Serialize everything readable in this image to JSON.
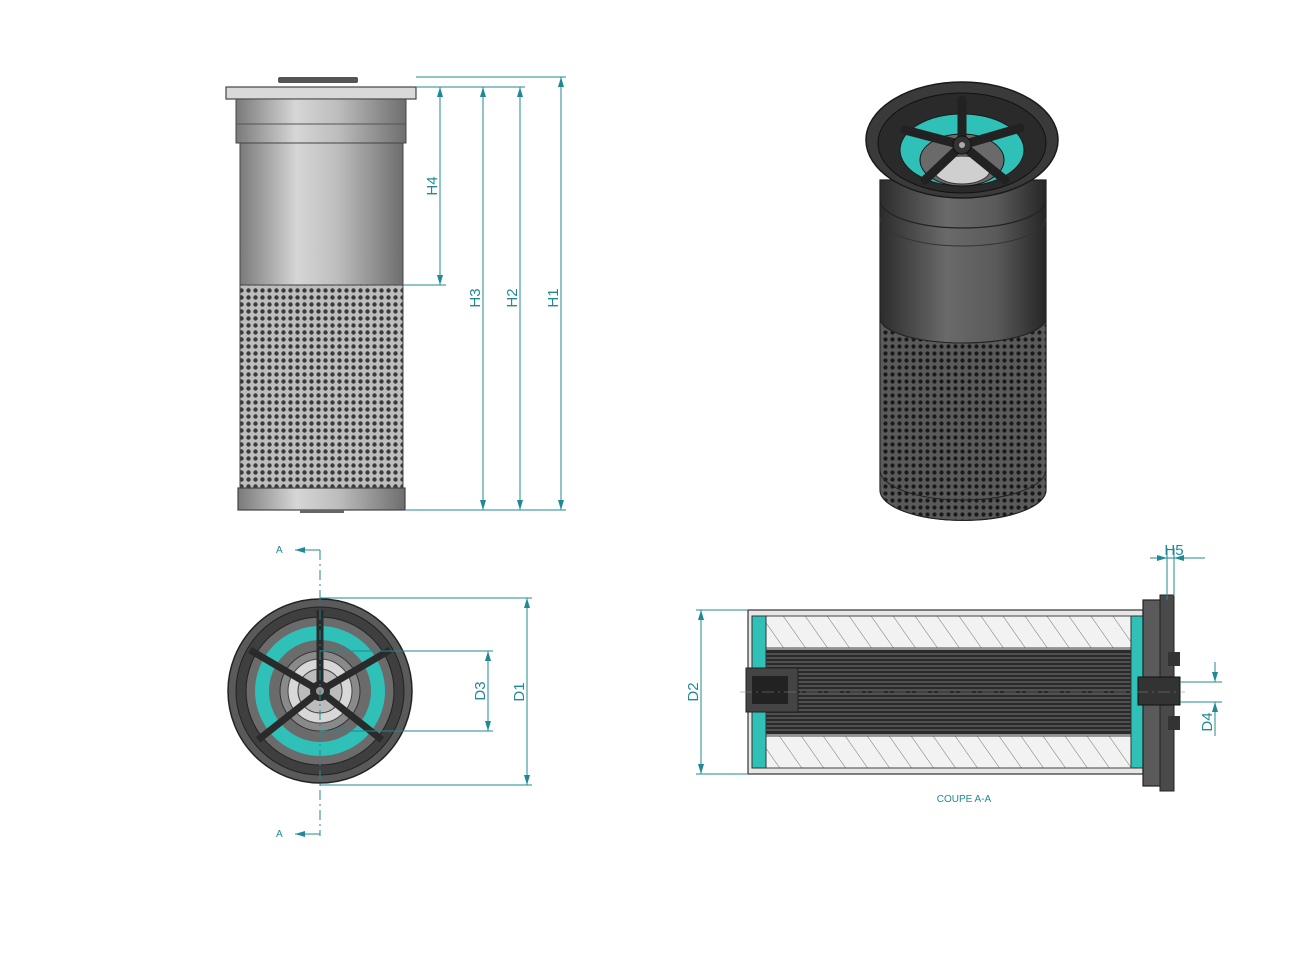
{
  "dimensions": {
    "h1": "H1",
    "h2": "H2",
    "h3": "H3",
    "h4": "H4",
    "h5": "H5",
    "d1": "D1",
    "d2": "D2",
    "d3": "D3",
    "d4": "D4"
  },
  "section": {
    "marker_top": "A",
    "marker_bottom": "A",
    "caption": "COUPE A-A"
  },
  "colors": {
    "dimension": "#1f8a93",
    "seal": "#2fc0b8",
    "body_dark": "#4a4a4a",
    "body_light": "#c8c8c8"
  }
}
